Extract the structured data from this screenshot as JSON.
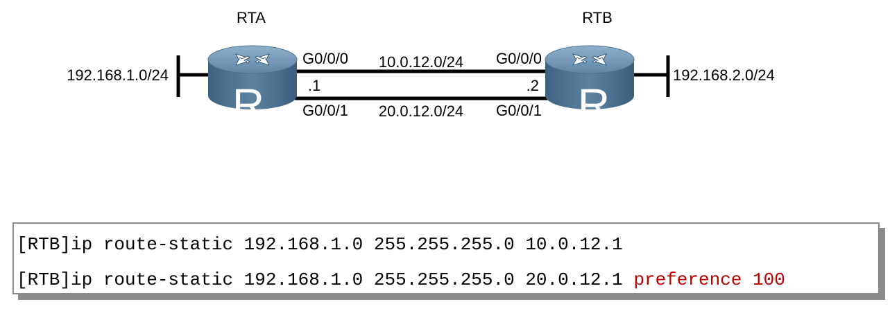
{
  "routers": [
    {
      "name": "RTA",
      "symbol": "R"
    },
    {
      "name": "RTB",
      "symbol": "R"
    }
  ],
  "networks": {
    "lan_left": "192.168.1.0/24",
    "lan_right": "192.168.2.0/24",
    "link_top": "10.0.12.0/24",
    "link_bottom": "20.0.12.0/24"
  },
  "interfaces": {
    "rta_g000": "G0/0/0",
    "rta_g001": "G0/0/1",
    "rtb_g000": "G0/0/0",
    "rtb_g001": "G0/0/1",
    "rta_host": ".1",
    "rtb_host": ".2"
  },
  "commands": [
    {
      "text": "[RTB]ip route-static 192.168.1.0 255.255.255.0 10.0.12.1",
      "highlight": ""
    },
    {
      "text": "[RTB]ip route-static 192.168.1.0 255.255.255.0 20.0.12.1",
      "highlight": "preference 100"
    }
  ],
  "colors": {
    "router_body": "#4a6f8d",
    "router_top": "#6e93b2",
    "highlight": "#c00000",
    "box_border": "#8a8a8a"
  }
}
